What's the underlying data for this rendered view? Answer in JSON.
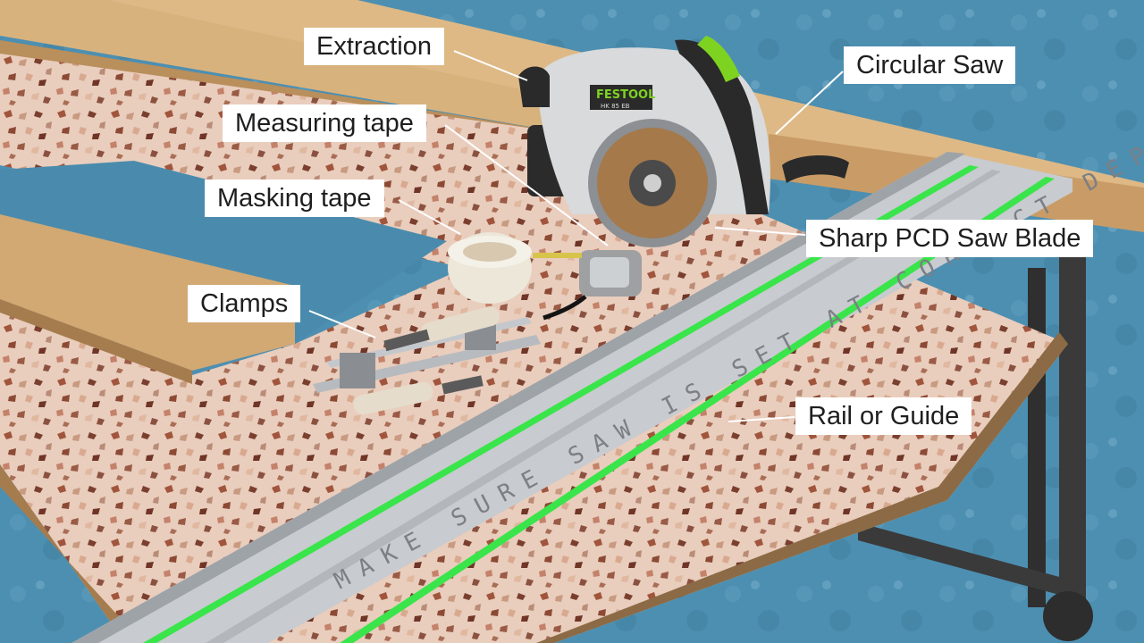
{
  "labels": {
    "extraction": "Extraction",
    "circular_saw": "Circular Saw",
    "measuring_tape": "Measuring tape",
    "masking_tape": "Masking tape",
    "sharp_pcd_saw_blade": "Sharp PCD Saw Blade",
    "clamps": "Clamps",
    "rail_or_guide": "Rail or Guide"
  },
  "photo_text": {
    "saw_brand": "FESTOOL",
    "saw_model": "HK 85 EB",
    "rail_message": "MAKE SURE SAW IS SET AT CORRECT DEP"
  },
  "colors": {
    "floor": "#4f8fb0",
    "terrazzo_base": "#e7c9b8",
    "timber": "#d9b47e",
    "rail": "#c9ccd0",
    "rail_stripe": "#39e54a",
    "saw_body": "#d8dadb",
    "saw_accent": "#7ed321",
    "label_bg": "#ffffff",
    "label_text": "#1e1e1e",
    "leader_line": "#ffffff"
  }
}
